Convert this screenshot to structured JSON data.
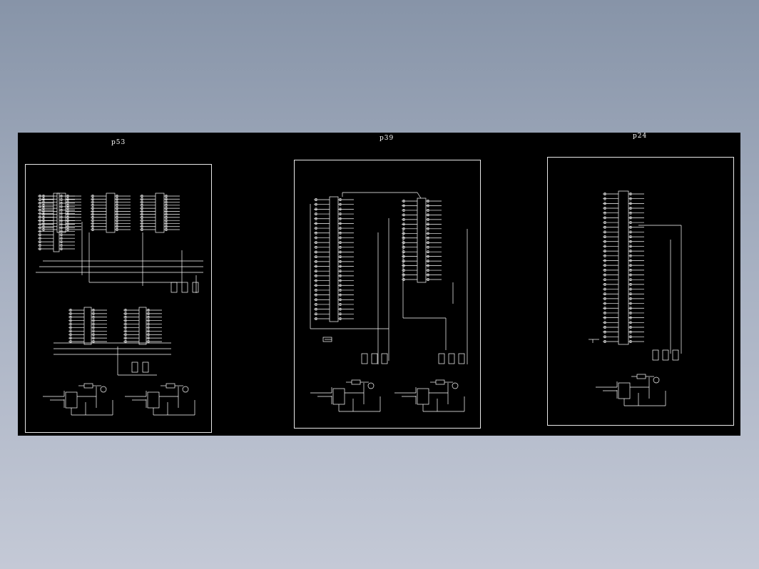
{
  "sheets": [
    {
      "label": "p53"
    },
    {
      "label": "p39"
    },
    {
      "label": "p24"
    }
  ],
  "colors": {
    "background_top": "#8794a8",
    "background_bottom": "#c4c9d6",
    "canvas": "#000000",
    "lines": "#ffffff"
  }
}
